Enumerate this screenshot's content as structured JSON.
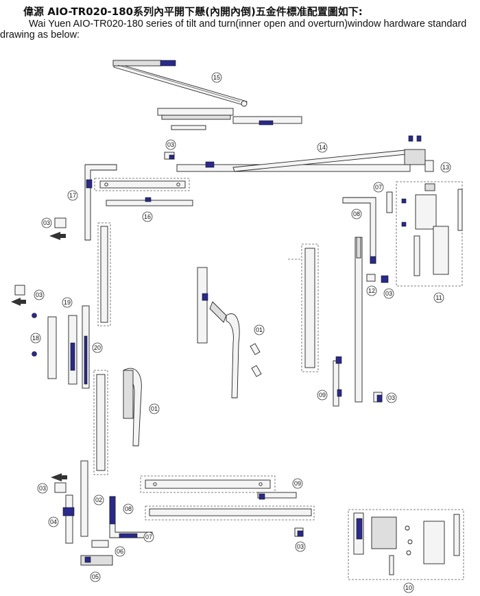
{
  "header": {
    "title_cn": "偉源 AIO-TR020-180系列內平開下懸(內開內倒)五金件標准配置圖如下:",
    "title_en_line1": "Wai Yuen AIO-TR020-180 series of tilt and turn(inner open and overturn)window hardware standard",
    "title_en_line2": "drawing as below:"
  },
  "part_labels": {
    "p15": "15",
    "p14": "14",
    "p13": "13",
    "p03a": "03",
    "p03b": "03",
    "p03c": "03",
    "p03d": "03",
    "p03e": "03",
    "p03f": "03",
    "p03g": "03",
    "p17": "17",
    "p16": "16",
    "p07a": "07",
    "p07b": "07",
    "p08a": "08",
    "p08b": "08",
    "p11": "11",
    "p12": "12",
    "p19": "19",
    "p18": "18",
    "p20": "20",
    "p01a": "01",
    "p01b": "01",
    "p09a": "09",
    "p09b": "09",
    "p02": "02",
    "p04": "04",
    "p06": "06",
    "p05": "05",
    "p10": "10"
  }
}
